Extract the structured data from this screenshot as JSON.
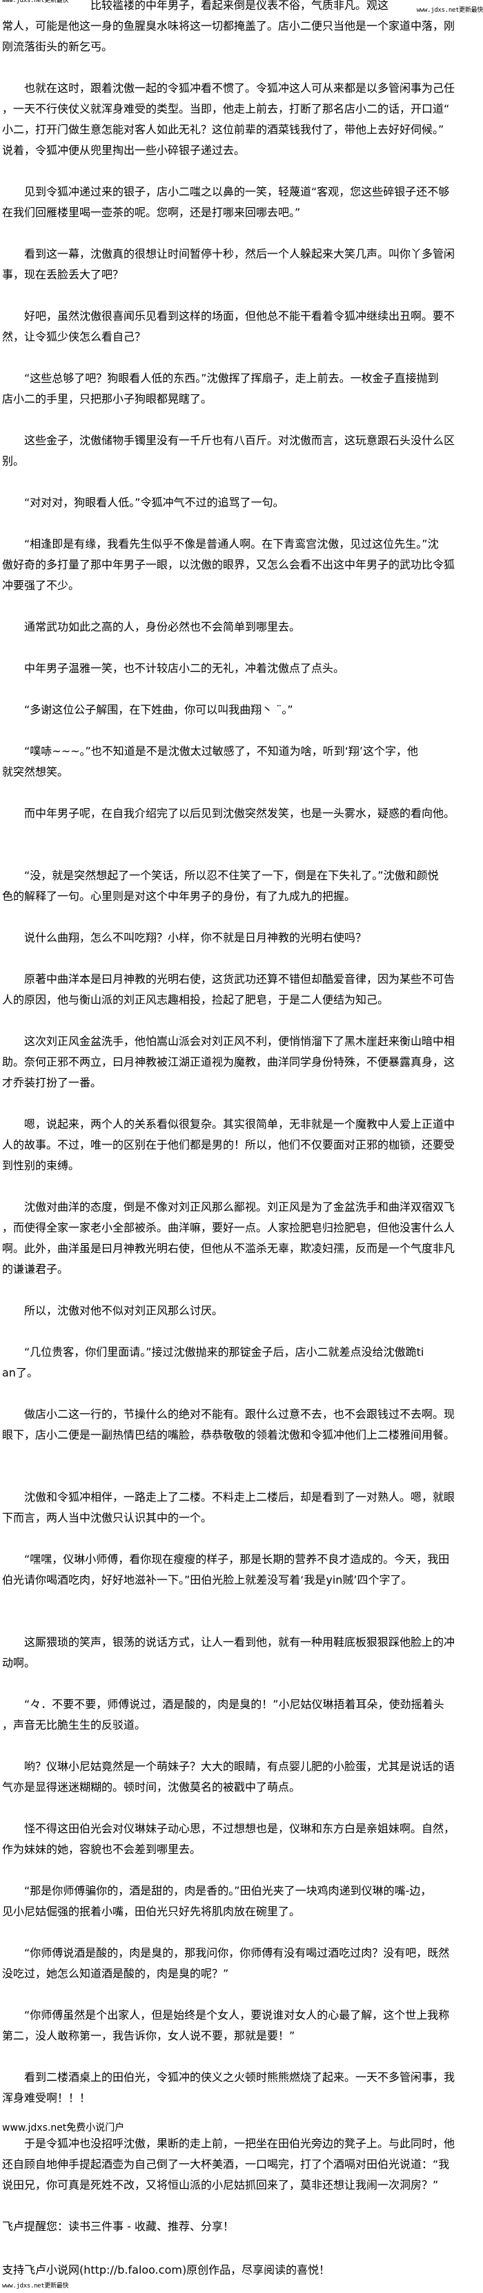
{
  "watermark": "www.jdxs.net更新最快",
  "first_line_text": "比较褴褛的中年男子，看起来倒是仪表不俗，气质非凡。观这",
  "content": {
    "paragraphs": [
      {
        "lines": [
          "常人，可能是他这一身的鱼腥臭水味将这一切都掩盖了。店小二便只当他是一个家道中落，刚",
          "刚流落街头的新乞丐。"
        ]
      },
      {
        "lines": [
          "也就在这时，跟着沈傲一起的令狐冲看不惯了。令狐冲这人可从来都是以多管闲事为己任",
          "，一天不行侠仗义就浑身难受的类型。当即，他走上前去，打断了那名店小二的话，开口道“",
          "小二，打开门做生意怎能对客人如此无礼？这位前辈的酒菜钱我付了，带他上去好好伺候。”",
          "说着，令狐冲便从兜里掏出一些小碎银子递过去。"
        ]
      },
      {
        "lines": [
          "见到令狐冲递过来的银子，店小二嗤之以鼻的一笑，轻蔑道“客观，您这些碎银子还不够",
          "在我们回雁楼里喝一壶茶的呢。您啊，还是打哪来回哪去吧。”"
        ]
      },
      {
        "lines": [
          "看到这一幕，沈傲真的很想让时间暂停十秒，然后一个人躲起来大笑几声。叫你丫多管闲",
          "事，现在丢脸丢大了吧？"
        ]
      },
      {
        "lines": [
          "好吧，虽然沈傲很喜闻乐见看到这样的场面，但他总不能干看着令狐冲继续出丑啊。要不",
          "然，让令狐少侠怎么看自己？"
        ]
      },
      {
        "lines": [
          "“这些总够了吧？狗眼看人低的东西。”沈傲挥了挥扇子，走上前去。一枚金子直接抛到",
          "店小二的手里，只把那小子狗眼都晃瞎了。"
        ]
      },
      {
        "lines": [
          "这些金子，沈傲储物手镯里没有一千斤也有八百斤。对沈傲而言，这玩意跟石头没什么区",
          "别。"
        ]
      },
      {
        "lines": [
          "“对对对，狗眼看人低。”令狐冲气不过的追骂了一句。"
        ]
      },
      {
        "lines": [
          "“相逢即是有缘，我看先生似乎不像是普通人啊。在下青鸾宫沈傲，见过这位先生。”沈",
          "傲好奇的多打量了那中年男子一眼，以沈傲的眼界，又怎么会看不出这中年男子的武功比令狐",
          "冲要强了不少。"
        ]
      },
      {
        "lines": [
          "通常武功如此之高的人，身份必然也不会简单到哪里去。"
        ]
      },
      {
        "lines": [
          "中年男子温雅一笑，也不计较店小二的无礼，冲着沈傲点了点头。"
        ]
      },
      {
        "lines": [
          "“多谢这位公子解围，在下姓曲，你可以叫我曲翔丶 ¨。”"
        ]
      },
      {
        "lines": [
          "“噗哧~~~。”也不知道是不是沈傲太过敏感了，不知道为啥，听到‘翔’这个字，他",
          "就突然想笑。"
        ]
      },
      {
        "lines": [
          "而中年男子呢，在自我介绍完了以后见到沈傲突然发笑，也是一头雾水，疑惑的看向他。"
        ]
      },
      {
        "lines": [
          "“没，就是突然想起了一个笑话，所以忍不住笑了一下，倒是在下失礼了。”沈傲和颜悦",
          "色的解释了一句。心里则是对这个中年男子的身份，有了九成九的把握。"
        ]
      },
      {
        "lines": [
          "说什么曲翔，怎么不叫吃翔？小样，你不就是日月神教的光明右使吗？"
        ]
      },
      {
        "lines": [
          "原著中曲洋本是曰月神教的光明右使，这货武功还算不错但却酷爱音律，因为某些不可告",
          "人的原因，他与衡山派的刘正风志趣相投，捡起了肥皂，于是二人便结为知己。"
        ]
      },
      {
        "lines": [
          "这次刘正风金盆洗手，他怕嵩山派会对刘正风不利，便悄悄溜下了黑木崖赶来衡山暗中相",
          "助。奈何正邪不两立，曰月神教被江湖正道视为魔教，曲洋同学身份特殊，不便暴露真身，这",
          "才乔装打扮了一番。"
        ]
      },
      {
        "lines": [
          "嗯，说起来，两个人的关系看似很复杂。其实很简单，无非就是一个魔教中人爱上正道中",
          "人的故事。不过，唯一的区别在于他们都是男的！所以，他们不仅要面对正邪的枷锁，还要受",
          "到性别的束缚。"
        ]
      },
      {
        "lines": [
          "沈傲对曲洋的态度，倒是不像对刘正风那么鄙视。刘正风是为了金盆洗手和曲洋双宿双飞",
          "，而使得全家一家老小全部被杀。曲洋嘛，要好一点。人家捡肥皂归捡肥皂，但他没害什么人",
          "啊。此外，曲洋虽是曰月神教光明右使，但他从不滥杀无辜，欺凌妇孺，反而是一个气度非凡",
          "的谦谦君子。"
        ]
      },
      {
        "lines": [
          "所以，沈傲对他不似对刘正风那么讨厌。"
        ]
      },
      {
        "lines": [
          "“几位贵客，你们里面请。”接过沈傲抛来的那锭金子后，店小二就差点没给沈傲跪ti",
          "an了。"
        ]
      },
      {
        "lines": [
          "做店小二这一行的，节操什么的绝对不能有。跟什么过意不去，也不会跟钱过不去啊。现",
          "眼下，店小二便是一副热情巴结的嘴脸，恭恭敬敬的领着沈傲和令狐冲他们上二楼雅间用餐。"
        ]
      },
      {
        "lines": [
          "沈傲和令狐冲相伴，一路走上了二楼。不料走上二楼后，却是看到了一对熟人。嗯，就眼",
          "下而言，两人当中沈傲只认识其中的一个。"
        ]
      },
      {
        "lines": [
          "“嘿嘿，仪琳小师傅，看你现在瘦瘦的样子，那是长期的营养不良才造成的。今天，我田",
          "伯光请你喝酒吃肉，好好地滋补一下。”田伯光脸上就差没写着‘我是yin贼’四个字了。"
        ]
      },
      {
        "lines": [
          "这厮猥琐的笑声，银荡的说话方式，让人一看到他，就有一种用鞋底板狠狠踩他脸上的冲",
          "动啊。"
        ]
      },
      {
        "lines": [
          "“々．不要不要，师傅说过，酒是酸的，肉是臭的！”小尼姑仪琳捂着耳朵，使劲摇着头",
          "，声音无比脆生生的反驳道。"
        ]
      },
      {
        "lines": [
          "哟？仪琳小尼姑竟然是一个萌妹子？大大的眼睛，有点婴儿肥的小脸蛋，尤其是说话的语",
          "气亦是显得迷迷糊糊的。顿时间，沈傲莫名的被戳中了萌点。"
        ]
      },
      {
        "lines": [
          "怪不得这田伯光会对仪琳妹子动心思，不过想想也是，仪琳和东方白是亲姐妹啊。自然，",
          "作为妹妹的她，容貌也不会差到哪里去。"
        ]
      },
      {
        "lines": [
          "“那是你师傅骗你的，酒是甜的，肉是香的。”田伯光夹了一块鸡肉递到仪琳的嘴-边，",
          "见小尼姑倔强的抿着小嘴，田伯光只好先将肌肉放在碗里了。"
        ]
      },
      {
        "lines": [
          "“你师傅说酒是酸的，肉是臭的，那我问你，你师傅有没有喝过酒吃过肉？没有吧，既然",
          "没吃过，她怎么知道酒是酸的，肉是臭的呢？”"
        ]
      },
      {
        "lines": [
          "“你师傅虽然是个出家人，但是始终是个女人，要说谁对女人的心最了解，这个世上我称",
          "第二，没人敢称第一，我告诉你，女人说不要，那就是要！”"
        ]
      },
      {
        "lines": [
          "看到二楼酒桌上的田伯光，令狐冲的侠义之火顿时熊熊燃烧了起来。一天不多管闲事，我",
          "浑身难受啊！！！"
        ]
      }
    ],
    "portal_watermark": "www.jdxs.net免费小说门户",
    "last_paragraph": {
      "lines": [
        "于是令狐冲也没招呼沈傲，果断的走上前，一把坐在田伯光旁边的凳子上。与此同时，他",
        "还自顾自地伸手提起酒壶为自己倒了一大杯美酒，一口喝完，打了个酒嗝对田伯光说道：“我",
        "说田兄，你可真是死姓不改，又将恒山派的小尼姑抓回来了，莫非还想让我闹一次洞房？”"
      ]
    }
  },
  "footer": {
    "reminder": "飞卢提醒您：读书三件事 - 收藏、推荐、分享！",
    "support": "支持飞卢小说网(http://b.faloo.com)原创作品，尽享阅读的喜悦！",
    "watermark": "www.jdxs.net更新最快"
  }
}
